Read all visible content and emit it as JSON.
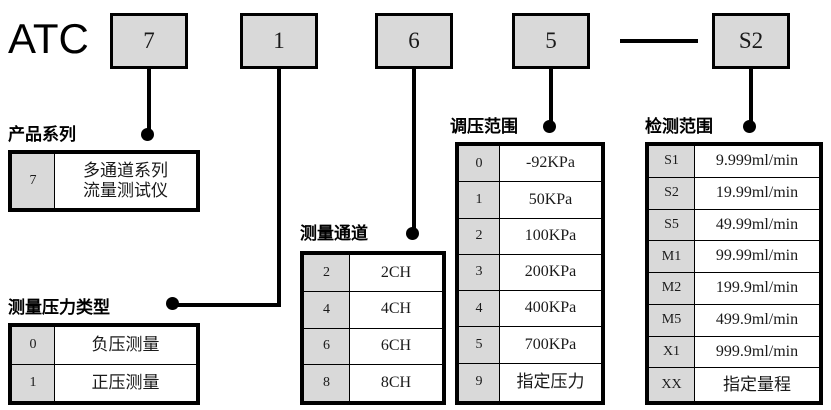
{
  "model": {
    "brand": "ATC",
    "segments": [
      {
        "name": "series",
        "value": "7"
      },
      {
        "name": "pressure-type",
        "value": "1"
      },
      {
        "name": "channels",
        "value": "6"
      },
      {
        "name": "pressure-range",
        "value": "5"
      },
      {
        "name": "detection-range",
        "value": "S2"
      }
    ],
    "separator": "—"
  },
  "groups": {
    "series": {
      "caption": "产品系列",
      "rows": [
        {
          "key": "7",
          "value": "多通道系列\n流量测试仪",
          "cjk": true
        }
      ]
    },
    "pressure_type": {
      "caption": "测量压力类型",
      "rows": [
        {
          "key": "0",
          "value": "负压测量",
          "cjk": true
        },
        {
          "key": "1",
          "value": "正压测量",
          "cjk": true
        }
      ]
    },
    "channels": {
      "caption": "测量通道",
      "rows": [
        {
          "key": "2",
          "value": "2CH",
          "cjk": false
        },
        {
          "key": "4",
          "value": "4CH",
          "cjk": false
        },
        {
          "key": "6",
          "value": "6CH",
          "cjk": false
        },
        {
          "key": "8",
          "value": "8CH",
          "cjk": false
        }
      ]
    },
    "pressure_range": {
      "caption": "调压范围",
      "rows": [
        {
          "key": "0",
          "value": "-92KPa",
          "cjk": false
        },
        {
          "key": "1",
          "value": "50KPa",
          "cjk": false
        },
        {
          "key": "2",
          "value": "100KPa",
          "cjk": false
        },
        {
          "key": "3",
          "value": "200KPa",
          "cjk": false
        },
        {
          "key": "4",
          "value": "400KPa",
          "cjk": false
        },
        {
          "key": "5",
          "value": "700KPa",
          "cjk": false
        },
        {
          "key": "9",
          "value": "指定压力",
          "cjk": true
        }
      ]
    },
    "detection_range": {
      "caption": "检测范围",
      "rows": [
        {
          "key": "S1",
          "value": "9.999ml/min",
          "cjk": false
        },
        {
          "key": "S2",
          "value": "19.99ml/min",
          "cjk": false
        },
        {
          "key": "S5",
          "value": "49.99ml/min",
          "cjk": false
        },
        {
          "key": "M1",
          "value": "99.99ml/min",
          "cjk": false
        },
        {
          "key": "M2",
          "value": "199.9ml/min",
          "cjk": false
        },
        {
          "key": "M5",
          "value": "499.9ml/min",
          "cjk": false
        },
        {
          "key": "X1",
          "value": "999.9ml/min",
          "cjk": false
        },
        {
          "key": "XX",
          "value": "指定量程",
          "cjk": true
        }
      ]
    }
  },
  "colors": {
    "key_cell_fill": "#d9d9d9",
    "box_fill": "#d9d9d9",
    "line": "#000000",
    "background": "#ffffff"
  }
}
